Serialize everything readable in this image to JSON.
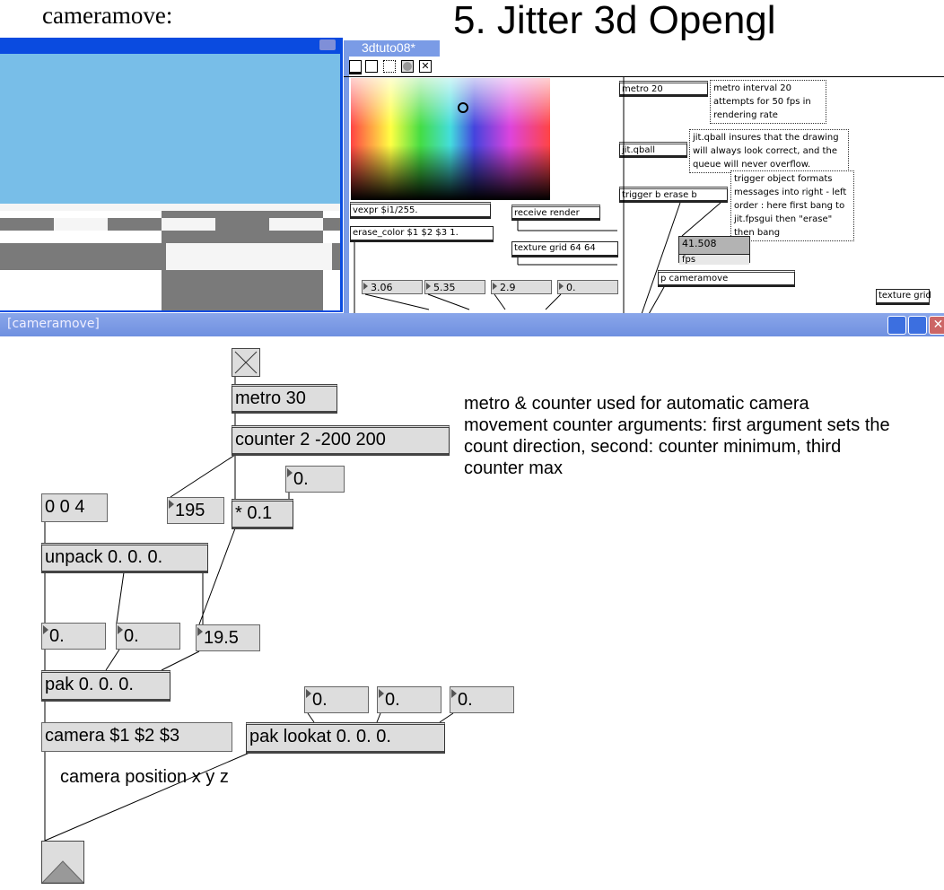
{
  "heading_left": "cameramove:",
  "heading_right": "5. Jitter 3d Opengl",
  "top_patch": {
    "title": "3dtuto08*",
    "objects": {
      "vexpr": "vexpr $i1/255.",
      "erase": "erase_color $1 $2 $3 1.",
      "receive": "receive render",
      "texture": "texture grid 64 64",
      "metro": "metro 20",
      "qball": "jit.qball",
      "trigger": "trigger b erase b",
      "pcam": "p cameramove",
      "texgrid": "texture grid"
    },
    "numbers": [
      "3.06",
      "5.35",
      "2.9",
      "0."
    ],
    "fps_value": "41.508",
    "fps_label": "fps",
    "comments": {
      "metro": "metro interval 20 attempts for 50 fps in rendering rate",
      "qball": "jit.qball insures that the drawing will always look correct, and the queue will never overflow.",
      "trigger": "trigger object formats messages into right - left order : here first bang to jit.fpsgui then \"erase\" then bang"
    }
  },
  "bottom_patch": {
    "title": "[cameramove]",
    "metro": "metro 30",
    "counter": "counter 2 -200 200",
    "num_top": "0.",
    "num_195": "195",
    "mult": "* 0.1",
    "msg_004": "0 0 4",
    "unpack": "unpack 0. 0. 0.",
    "n1": "0.",
    "n2": "0.",
    "n3": "19.5",
    "pak": "pak 0. 0. 0.",
    "l1": "0.",
    "l2": "0.",
    "l3": "0.",
    "camera": "camera $1 $2 $3",
    "lookat": "pak lookat 0. 0. 0.",
    "cam_comment": "camera position x y z",
    "comment": "metro & counter used for automatic camera movement counter arguments: first argument sets the count direction, second: counter minimum, third counter max"
  }
}
